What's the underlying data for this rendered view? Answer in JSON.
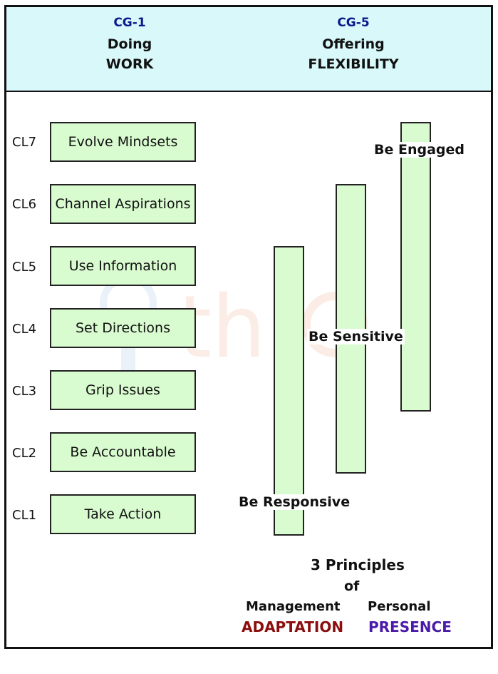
{
  "header": {
    "left": {
      "code": "CG-1",
      "line1": "Doing",
      "line2": "WORK"
    },
    "right": {
      "code": "CG-5",
      "line1": "Offering",
      "line2": "FLEXIBILITY"
    }
  },
  "levels": [
    {
      "level": "CL7",
      "label": "Evolve Mindsets"
    },
    {
      "level": "CL6",
      "label": "Channel Aspirations"
    },
    {
      "level": "CL5",
      "label": "Use Information"
    },
    {
      "level": "CL4",
      "label": "Set Directions"
    },
    {
      "level": "CL3",
      "label": "Grip Issues"
    },
    {
      "level": "CL2",
      "label": "Be Accountable"
    },
    {
      "level": "CL1",
      "label": "Take Action"
    }
  ],
  "bars": [
    {
      "label": "Be Responsive",
      "from_level": "CL1",
      "to_level": "CL5"
    },
    {
      "label": "Be Sensitive",
      "from_level": "CL2",
      "to_level": "CL6"
    },
    {
      "label": "Be Engaged",
      "from_level": "CL3",
      "to_level": "CL7"
    }
  ],
  "footer": {
    "title_line1": "3 Principles",
    "title_line2": "of",
    "left_label": "Management",
    "left_value": "ADAPTATION",
    "right_label": "Personal",
    "right_value": "PRESENCE"
  },
  "colors": {
    "header_bg": "#d8f8fa",
    "box_fill": "#d9fbd0",
    "code_blue": "#0a1a8a",
    "adaptation": "#8b0d0d",
    "presence": "#4a1aa8"
  }
}
